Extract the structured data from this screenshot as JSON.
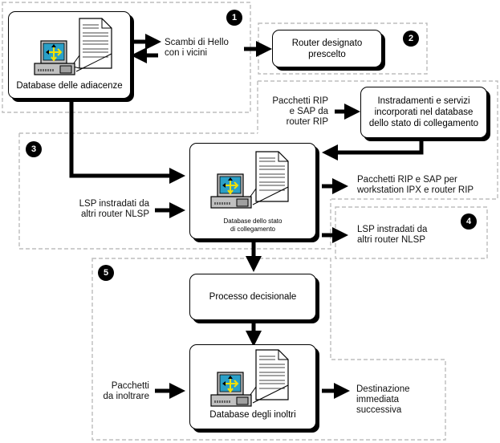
{
  "diagram": {
    "title": "NLSP routing process",
    "colors": {
      "region_border": "#bdbdbd",
      "arrow": "#000000",
      "screen": "#2aa0c8",
      "route_arrow": "#f5e100",
      "bezel": "#c0c0c0"
    },
    "steps": [
      {
        "number": "1",
        "region": "adjacency"
      },
      {
        "number": "2",
        "region": "designated-router"
      },
      {
        "number": "3",
        "region": "link-state"
      },
      {
        "number": "4",
        "region": "lsp-flooding"
      },
      {
        "number": "5",
        "region": "forwarding"
      }
    ],
    "nodes": {
      "adjacency_db": {
        "label": "Database delle adiacenze",
        "icon": "computer-database-icon"
      },
      "designated_router": {
        "label_lines": [
          "Router designato",
          "prescelto"
        ]
      },
      "rip_sap_incorporated": {
        "label_lines": [
          "Instradamenti e servizi",
          "incorporati nel database",
          "dello stato di collegamento"
        ]
      },
      "link_state_db": {
        "label_lines": [
          "Database dello stato",
          "di collegamento"
        ],
        "icon": "computer-database-icon"
      },
      "decision_process": {
        "label": "Processo decisionale"
      },
      "forwarding_db": {
        "label": "Database degli inoltri",
        "icon": "computer-database-icon"
      }
    },
    "labels": {
      "hello_exchange": [
        "Scambi di Hello",
        "con i vicini"
      ],
      "rip_sap_in": [
        "Pacchetti RIP",
        "e SAP da",
        "router RIP"
      ],
      "rip_sap_out": [
        "Pacchetti RIP e SAP per",
        "workstation IPX e router RIP"
      ],
      "lsp_in": [
        "LSP instradati da",
        "altri router NLSP"
      ],
      "lsp_out": [
        "LSP instradati da",
        "altri router NLSP"
      ],
      "packets_in": [
        "Pacchetti",
        "da inoltrare"
      ],
      "next_hop": [
        "Destinazione",
        "immediata",
        "successiva"
      ]
    }
  }
}
